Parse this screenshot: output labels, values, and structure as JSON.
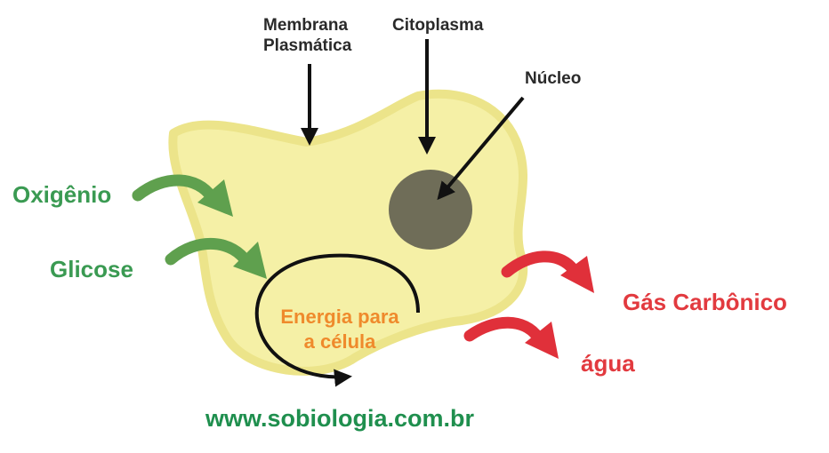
{
  "diagram": {
    "labels": {
      "membrana": [
        "Membrana",
        "Plasmática"
      ],
      "citoplasma": "Citoplasma",
      "nucleo": "Núcleo",
      "oxigenio": "Oxigênio",
      "glicose": "Glicose",
      "gas_carbonico": "Gás Carbônico",
      "agua": "água",
      "energia": [
        "Energia para",
        "a célula"
      ],
      "website": "www.sobiologia.com.br"
    },
    "colors": {
      "cell_fill": "#f5f0a6",
      "cell_border": "#ece48a",
      "nucleus": "#6f6d58",
      "input_arrow": "#5fa04e",
      "output_arrow": "#e0303a",
      "pointer": "#111111",
      "energy_text": "#ef8a2c",
      "input_text": "#3a9a52",
      "output_text": "#e23a3f",
      "url_text": "#1f8f4e"
    }
  }
}
